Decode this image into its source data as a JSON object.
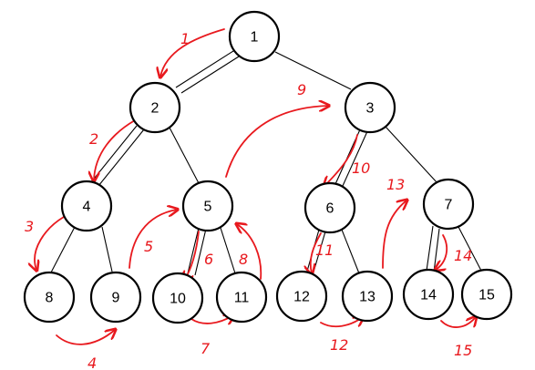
{
  "colors": {
    "annotation": "#e8191e",
    "node_stroke": "#000000",
    "background": "#ffffff"
  },
  "nodes": {
    "n1": "1",
    "n2": "2",
    "n3": "3",
    "n4": "4",
    "n5": "5",
    "n6": "6",
    "n7": "7",
    "n8": "8",
    "n9": "9",
    "n10": "10",
    "n11": "11",
    "n12": "12",
    "n13": "13",
    "n14": "14",
    "n15": "15"
  },
  "traversal_steps": {
    "s1": "1",
    "s2": "2",
    "s3": "3",
    "s4": "4",
    "s5": "5",
    "s6": "6",
    "s7": "7",
    "s8": "8",
    "s9": "9",
    "s10": "10",
    "s11": "11",
    "s12": "12",
    "s13": "13",
    "s14": "14",
    "s15": "15"
  }
}
